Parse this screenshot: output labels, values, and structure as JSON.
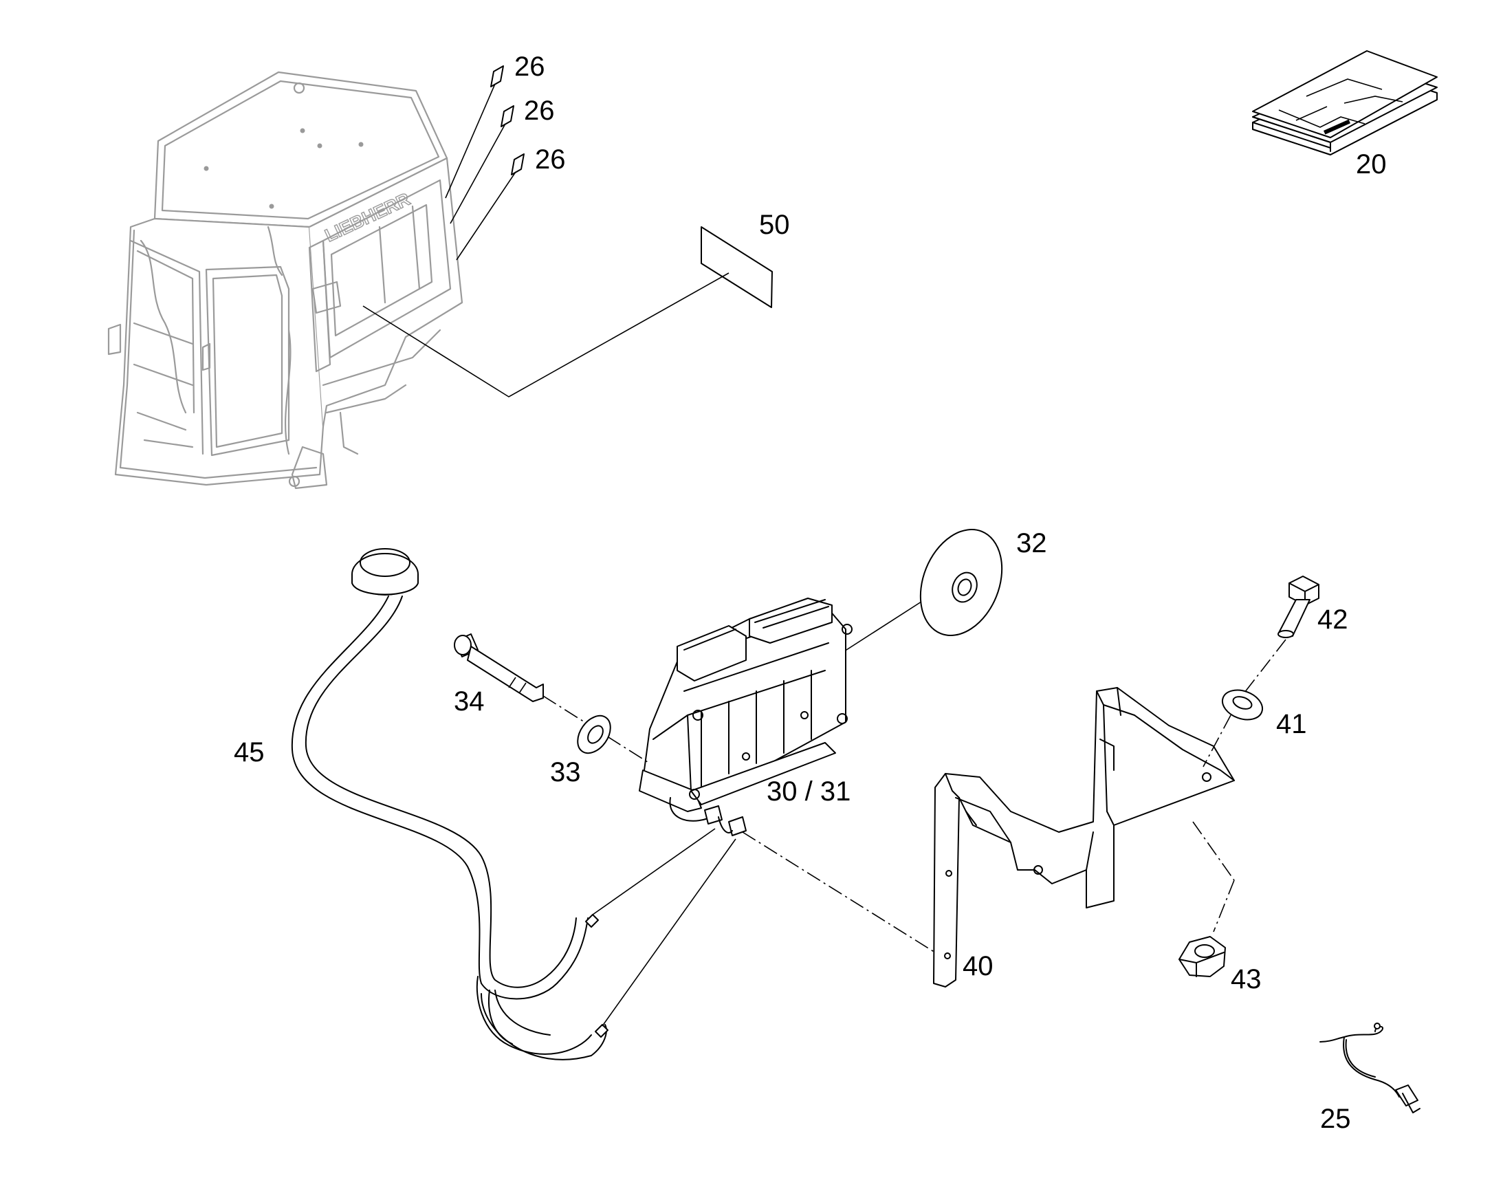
{
  "diagram": {
    "type": "exploded-parts-diagram",
    "callouts": {
      "c20": "20",
      "c26a": "26",
      "c26b": "26",
      "c26c": "26",
      "c50": "50",
      "c32": "32",
      "c42": "42",
      "c34": "34",
      "c41": "41",
      "c45": "45",
      "c33": "33",
      "c3031": "30 / 31",
      "c40": "40",
      "c43": "43",
      "c25": "25"
    },
    "cab_logo_text": "LIEBHERR"
  }
}
